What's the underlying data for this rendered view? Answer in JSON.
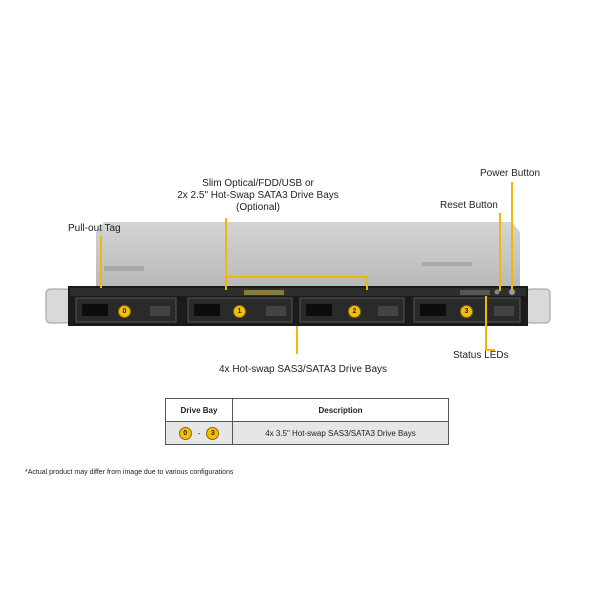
{
  "callouts": {
    "power_button": "Power Button",
    "reset_button": "Reset Button",
    "slim_line1": "Slim Optical/FDD/USB or",
    "slim_line2": "2x 2.5\" Hot-Swap SATA3 Drive Bays",
    "slim_line3": "(Optional)",
    "pull_out_tag": "Pull-out Tag",
    "drive_bays": "4x Hot-swap  SAS3/SATA3 Drive Bays",
    "status_leds": "Status LEDs"
  },
  "bays": [
    "0",
    "1",
    "2",
    "3"
  ],
  "table": {
    "headers": [
      "Drive Bay",
      "Description"
    ],
    "row": {
      "from": "0",
      "sep": "-",
      "to": "3",
      "description": "4x 3.5\" Hot-swap  SAS3/SATA3 Drive  Bays"
    }
  },
  "footnote": "*Actual product may differ from image due to various configurations",
  "colors": {
    "leader": "#f2b705",
    "badge": "#f5c000",
    "chassis": "#c8c8c8"
  }
}
